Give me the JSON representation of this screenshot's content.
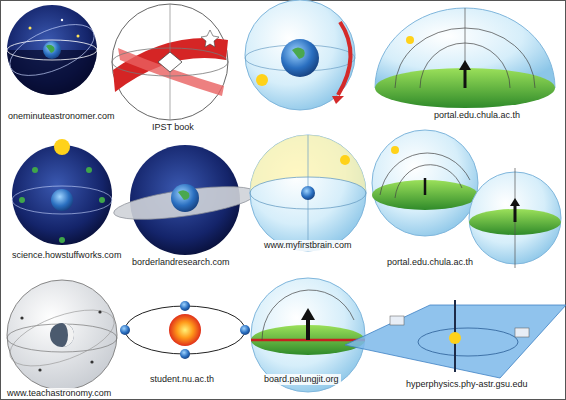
{
  "diagram": {
    "labels": [
      "oneminuteastronomer.com",
      "IPST book",
      "portal.edu.chula.ac.th",
      "science.howstuffworks.com",
      "borderlandresearch.com",
      "www.myfirstbrain.com",
      "portal.edu.chula.ac.th",
      "www.teachastronomy.com",
      "student.nu.ac.th",
      "board.palungjit.org",
      "hyperphysics.phy-astr.gsu.edu"
    ]
  }
}
